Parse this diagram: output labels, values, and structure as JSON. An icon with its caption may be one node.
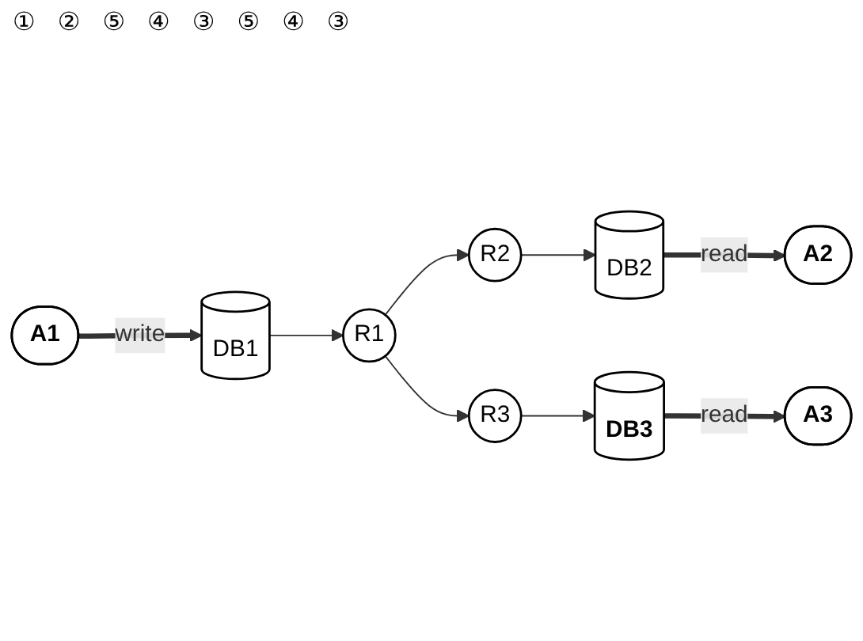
{
  "diagram": {
    "nodes": [
      {
        "text": [
          "A1"
        ]
      },
      {
        "text": [
          "DB1"
        ]
      },
      {
        "text": [
          "R1"
        ]
      },
      {
        "text": [
          "A2"
        ]
      },
      {
        "text": [
          "DB2"
        ]
      },
      {
        "text": [
          "R2"
        ]
      },
      {
        "text": [
          "A3"
        ]
      },
      {
        "text": [
          "DB3"
        ]
      },
      {
        "text": [
          "R3"
        ]
      }
    ],
    "edges": [
      {
        "from": 0,
        "to": 1,
        "arrow": "to",
        "label": "write",
        "style": "thick"
      },
      {
        "from": 1,
        "to": 2,
        "arrow": "to"
      },
      {
        "from": 2,
        "to": 5,
        "arrow": "to"
      },
      {
        "from": 2,
        "to": 8,
        "arrow": "to"
      },
      {
        "from": 5,
        "to": 4,
        "arrow": "to"
      },
      {
        "from": 4,
        "to": 3,
        "arrow": "to",
        "label": "read",
        "style": "thick"
      },
      {
        "from": 8,
        "to": 7,
        "arrow": "to"
      },
      {
        "from": 7,
        "to": 6,
        "arrow": "to",
        "label": "read",
        "style": "thick"
      }
    ],
    "labels": [
      "①",
      "②",
      "⑤",
      "④",
      "③",
      "⑤",
      "④",
      "③"
    ]
  }
}
